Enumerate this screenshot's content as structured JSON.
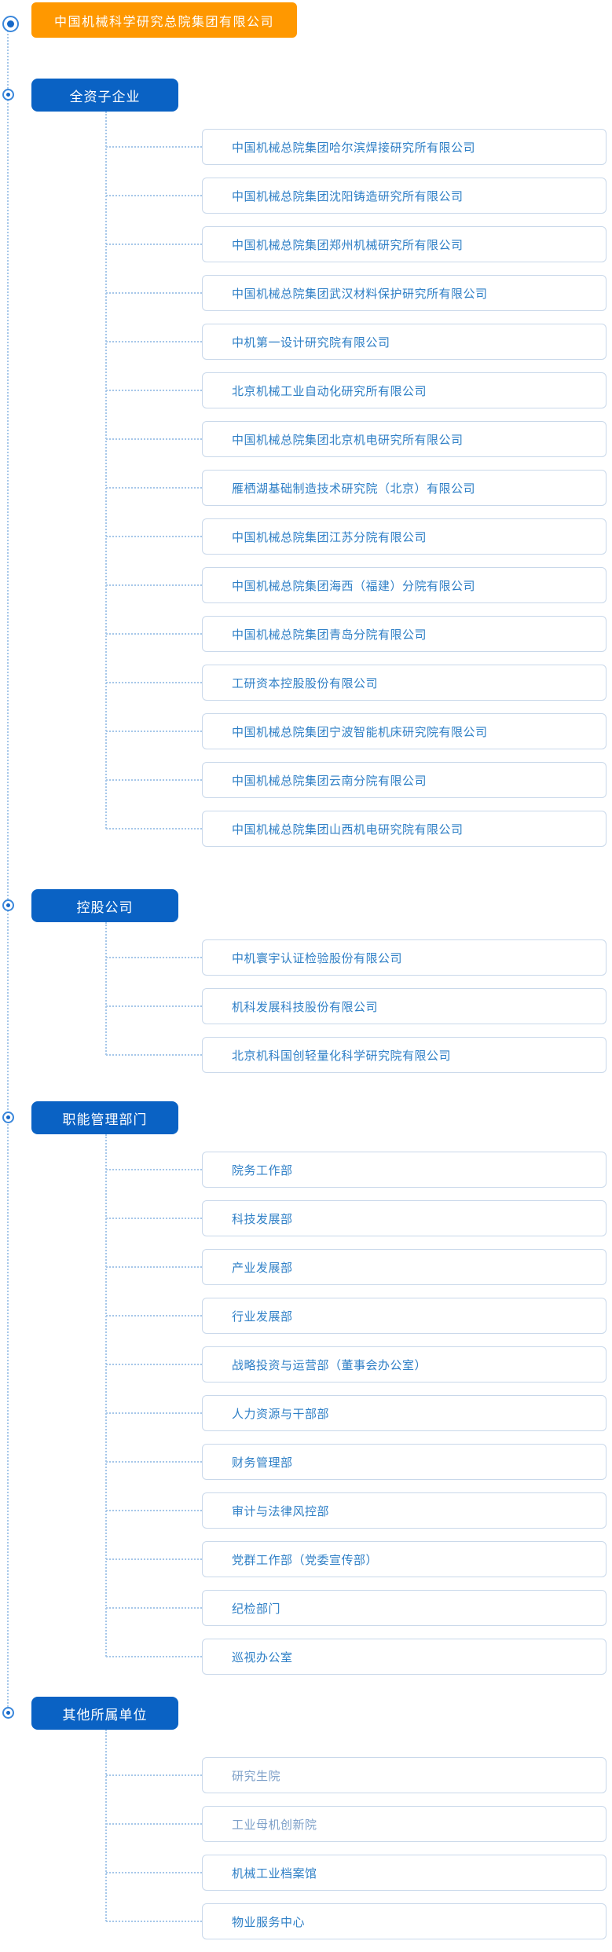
{
  "root": {
    "title": "中国机械科学研究总院集团有限公司"
  },
  "sections": [
    {
      "label": "全资子企业",
      "items": [
        {
          "label": "中国机械总院集团哈尔滨焊接研究所有限公司"
        },
        {
          "label": "中国机械总院集团沈阳铸造研究所有限公司"
        },
        {
          "label": "中国机械总院集团郑州机械研究所有限公司"
        },
        {
          "label": "中国机械总院集团武汉材料保护研究所有限公司"
        },
        {
          "label": "中机第一设计研究院有限公司"
        },
        {
          "label": "北京机械工业自动化研究所有限公司"
        },
        {
          "label": "中国机械总院集团北京机电研究所有限公司"
        },
        {
          "label": "雁栖湖基础制造技术研究院（北京）有限公司"
        },
        {
          "label": "中国机械总院集团江苏分院有限公司"
        },
        {
          "label": "中国机械总院集团海西（福建）分院有限公司"
        },
        {
          "label": "中国机械总院集团青岛分院有限公司"
        },
        {
          "label": "工研资本控股股份有限公司"
        },
        {
          "label": "中国机械总院集团宁波智能机床研究院有限公司"
        },
        {
          "label": "中国机械总院集团云南分院有限公司"
        },
        {
          "label": "中国机械总院集团山西机电研究院有限公司"
        }
      ]
    },
    {
      "label": "控股公司",
      "items": [
        {
          "label": "中机寰宇认证检验股份有限公司"
        },
        {
          "label": "机科发展科技股份有限公司"
        },
        {
          "label": "北京机科国创轻量化科学研究院有限公司"
        }
      ]
    },
    {
      "label": "职能管理部门",
      "items": [
        {
          "label": "院务工作部"
        },
        {
          "label": "科技发展部"
        },
        {
          "label": "产业发展部"
        },
        {
          "label": "行业发展部"
        },
        {
          "label": "战略投资与运营部（董事会办公室）"
        },
        {
          "label": "人力资源与干部部"
        },
        {
          "label": "财务管理部"
        },
        {
          "label": "审计与法律风控部"
        },
        {
          "label": "党群工作部（党委宣传部）"
        },
        {
          "label": "纪检部门"
        },
        {
          "label": "巡视办公室"
        }
      ]
    },
    {
      "label": "其他所属单位",
      "items": [
        {
          "label": "研究生院",
          "muted": true
        },
        {
          "label": "工业母机创新院",
          "muted": true
        },
        {
          "label": "机械工业档案馆"
        },
        {
          "label": "物业服务中心"
        }
      ]
    }
  ],
  "colors": {
    "root_bg": "#FF9800",
    "section_bg": "#0A62C4",
    "node_border": "#C9D8EA",
    "node_text": "#2E7FC6",
    "node_text_muted": "#7FA1C9",
    "connector": "#A6C7E9",
    "bullet_ring": "#3A87DB",
    "bullet_dot": "#1668C8",
    "text_on_fill": "#FFFFFF"
  }
}
